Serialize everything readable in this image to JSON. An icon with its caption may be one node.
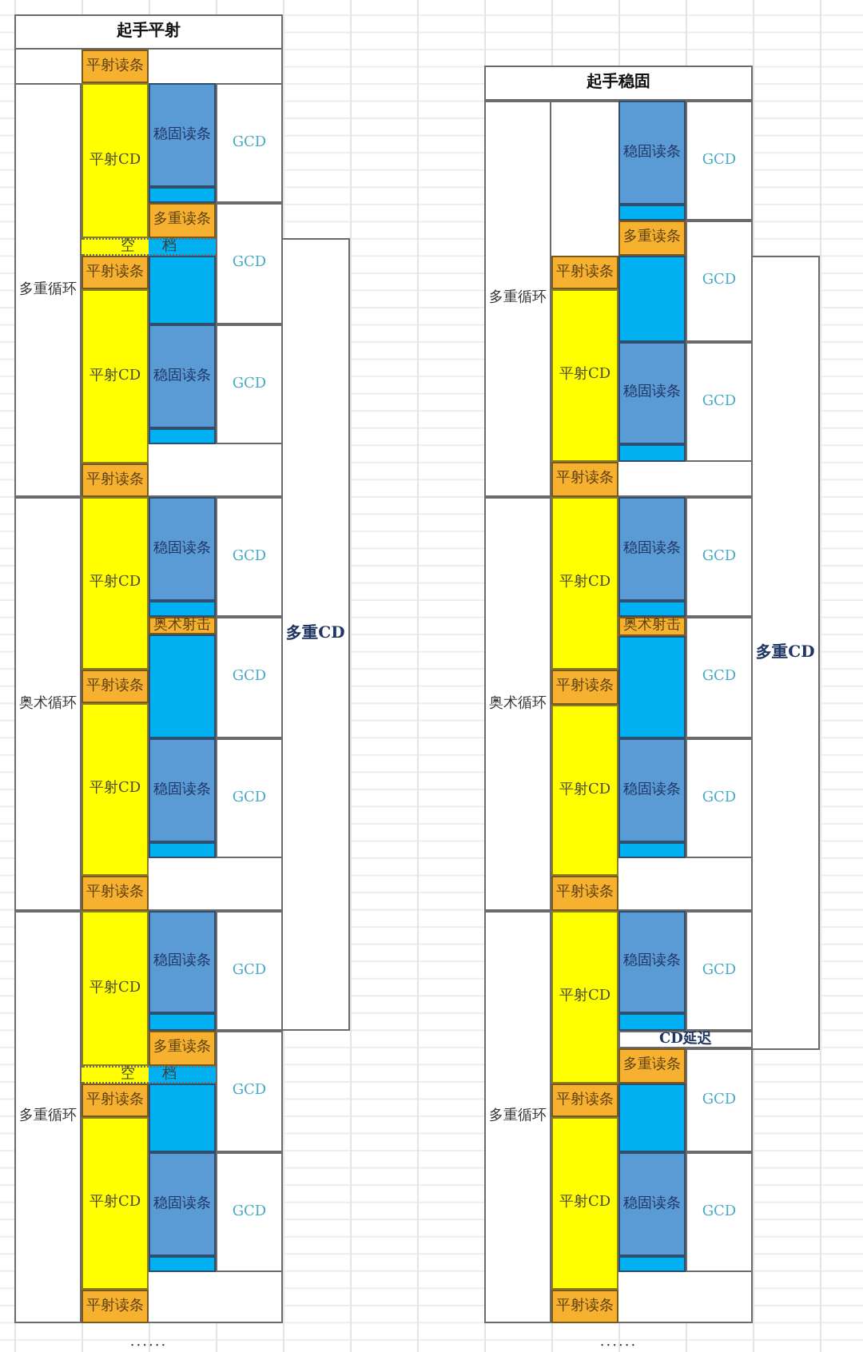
{
  "diagram": {
    "nodes": [
      {
        "text": [
          "起手平射"
        ]
      },
      {
        "text": [
          "平射读条"
        ],
        "in": 0
      },
      {
        "text": [
          "多重循环"
        ],
        "in": 0
      },
      {
        "text": [
          "平射CD"
        ],
        "in": 2
      },
      {
        "text": [
          "空档"
        ],
        "in": 2
      },
      {
        "text": [
          "平射读条"
        ],
        "in": 2
      },
      {
        "text": [
          "平射CD"
        ],
        "in": 2
      },
      {
        "text": [
          "平射读条"
        ],
        "in": 2
      },
      {
        "text": [
          "稳固读条"
        ],
        "in": 2
      },
      {
        "text": [],
        "shape": "bar",
        "in": 2
      },
      {
        "text": [
          "多重读条"
        ],
        "in": 2
      },
      {
        "text": [],
        "shape": "bar",
        "in": 2
      },
      {
        "text": [
          "稳固读条"
        ],
        "in": 2
      },
      {
        "text": [],
        "shape": "bar",
        "in": 2
      },
      {
        "text": [
          "GCD"
        ],
        "in": 2
      },
      {
        "text": [
          "GCD"
        ],
        "in": 2
      },
      {
        "text": [
          "GCD"
        ],
        "in": 2
      },
      {
        "text": [
          "奥术循环"
        ],
        "in": 0
      },
      {
        "text": [
          "平射CD"
        ],
        "in": 17
      },
      {
        "text": [
          "平射读条"
        ],
        "in": 17
      },
      {
        "text": [
          "平射CD"
        ],
        "in": 17
      },
      {
        "text": [
          "平射读条"
        ],
        "in": 17
      },
      {
        "text": [
          "稳固读条"
        ],
        "in": 17
      },
      {
        "text": [],
        "shape": "bar",
        "in": 17
      },
      {
        "text": [
          "奥术射击"
        ],
        "in": 17
      },
      {
        "text": [],
        "shape": "bar",
        "in": 17
      },
      {
        "text": [
          "稳固读条"
        ],
        "in": 17
      },
      {
        "text": [],
        "shape": "bar",
        "in": 17
      },
      {
        "text": [
          "GCD"
        ],
        "in": 17
      },
      {
        "text": [
          "GCD"
        ],
        "in": 17
      },
      {
        "text": [
          "GCD"
        ],
        "in": 17
      },
      {
        "text": [
          "多重循环"
        ],
        "in": 0
      },
      {
        "text": [
          "平射CD"
        ],
        "in": 31
      },
      {
        "text": [
          "空档"
        ],
        "in": 31
      },
      {
        "text": [
          "平射读条"
        ],
        "in": 31
      },
      {
        "text": [
          "平射CD"
        ],
        "in": 31
      },
      {
        "text": [
          "平射读条"
        ],
        "in": 31
      },
      {
        "text": [
          "稳固读条"
        ],
        "in": 31
      },
      {
        "text": [],
        "shape": "bar",
        "in": 31
      },
      {
        "text": [
          "多重读条"
        ],
        "in": 31
      },
      {
        "text": [],
        "shape": "bar",
        "in": 31
      },
      {
        "text": [
          "稳固读条"
        ],
        "in": 31
      },
      {
        "text": [],
        "shape": "bar",
        "in": 31
      },
      {
        "text": [
          "GCD"
        ],
        "in": 31
      },
      {
        "text": [
          "GCD"
        ],
        "in": 31
      },
      {
        "text": [
          "GCD"
        ],
        "in": 31
      },
      {
        "text": [
          "多重CD"
        ]
      },
      {
        "text": [
          "起手稳固"
        ]
      },
      {
        "text": [
          "多重循环"
        ],
        "in": 47
      },
      {
        "text": [
          "平射读条"
        ],
        "in": 48
      },
      {
        "text": [
          "平射CD"
        ],
        "in": 48
      },
      {
        "text": [
          "平射读条"
        ],
        "in": 48
      },
      {
        "text": [
          "稳固读条"
        ],
        "in": 48
      },
      {
        "text": [],
        "shape": "bar",
        "in": 48
      },
      {
        "text": [
          "多重读条"
        ],
        "in": 48
      },
      {
        "text": [],
        "shape": "bar",
        "in": 48
      },
      {
        "text": [
          "稳固读条"
        ],
        "in": 48
      },
      {
        "text": [],
        "shape": "bar",
        "in": 48
      },
      {
        "text": [
          "GCD"
        ],
        "in": 48
      },
      {
        "text": [
          "GCD"
        ],
        "in": 48
      },
      {
        "text": [
          "GCD"
        ],
        "in": 48
      },
      {
        "text": [
          "奥术循环"
        ],
        "in": 47
      },
      {
        "text": [
          "平射CD"
        ],
        "in": 61
      },
      {
        "text": [
          "平射读条"
        ],
        "in": 61
      },
      {
        "text": [
          "平射CD"
        ],
        "in": 61
      },
      {
        "text": [
          "平射读条"
        ],
        "in": 61
      },
      {
        "text": [
          "稳固读条"
        ],
        "in": 61
      },
      {
        "text": [],
        "shape": "bar",
        "in": 61
      },
      {
        "text": [
          "奥术射击"
        ],
        "in": 61
      },
      {
        "text": [],
        "shape": "bar",
        "in": 61
      },
      {
        "text": [
          "稳固读条"
        ],
        "in": 61
      },
      {
        "text": [],
        "shape": "bar",
        "in": 61
      },
      {
        "text": [
          "GCD"
        ],
        "in": 61
      },
      {
        "text": [
          "GCD"
        ],
        "in": 61
      },
      {
        "text": [
          "GCD"
        ],
        "in": 61
      },
      {
        "text": [
          "多重循环"
        ],
        "in": 47
      },
      {
        "text": [
          "平射CD"
        ],
        "in": 75
      },
      {
        "text": [
          "平射读条"
        ],
        "in": 75
      },
      {
        "text": [
          "平射CD"
        ],
        "in": 75
      },
      {
        "text": [
          "平射读条"
        ],
        "in": 75
      },
      {
        "text": [
          "稳固读条"
        ],
        "in": 75
      },
      {
        "text": [],
        "shape": "bar",
        "in": 75
      },
      {
        "text": [
          "CD延迟"
        ],
        "in": 75
      },
      {
        "text": [
          "多重读条"
        ],
        "in": 75
      },
      {
        "text": [],
        "shape": "bar",
        "in": 75
      },
      {
        "text": [
          "稳固读条"
        ],
        "in": 75
      },
      {
        "text": [],
        "shape": "bar",
        "in": 75
      },
      {
        "text": [
          "GCD"
        ],
        "in": 75
      },
      {
        "text": [
          "GCD"
        ],
        "in": 75
      },
      {
        "text": [
          "GCD"
        ],
        "in": 75
      },
      {
        "text": [
          "多重CD"
        ]
      }
    ],
    "labels": [
      "......",
      "......"
    ]
  }
}
